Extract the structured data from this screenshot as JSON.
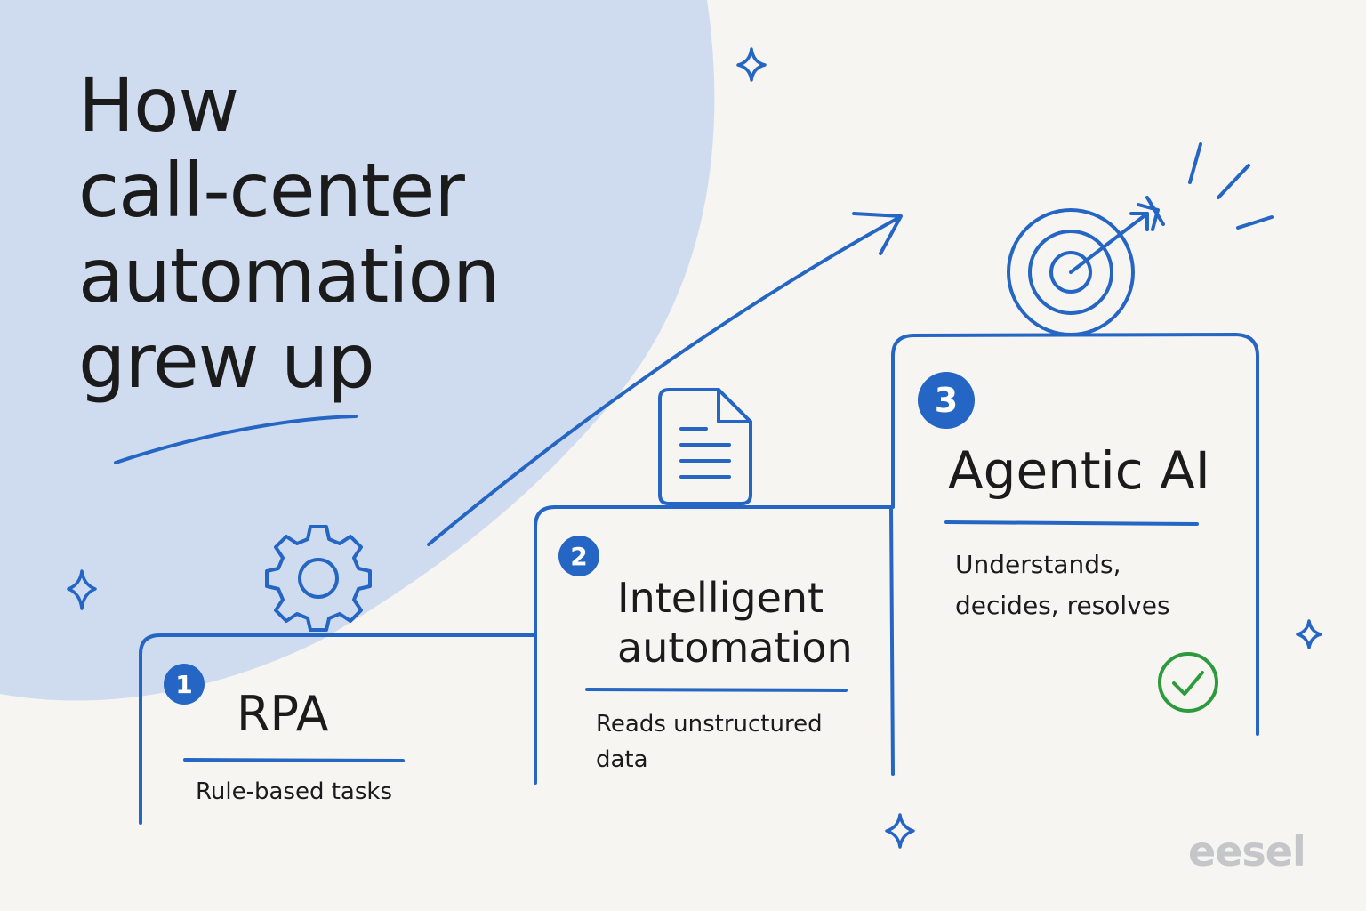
{
  "title": {
    "line1": "How",
    "line2": "call-center",
    "line3": "automation",
    "line4": "grew up"
  },
  "steps": [
    {
      "number": "1",
      "title": "RPA",
      "description": "Rule-based tasks",
      "icon": "gear-icon"
    },
    {
      "number": "2",
      "title_line1": "Intelligent",
      "title_line2": "automation",
      "description_line1": "Reads unstructured",
      "description_line2": "data",
      "icon": "document-icon"
    },
    {
      "number": "3",
      "title": "Agentic AI",
      "description_line1": "Understands,",
      "description_line2": "decides, resolves",
      "icon": "target-icon"
    }
  ],
  "logo": "eesel",
  "colors": {
    "accent": "#2566c4",
    "background": "#f6f5f1",
    "blob": "#cfdcf0",
    "check": "#2e9a3e",
    "logo": "#c4c6c9"
  }
}
